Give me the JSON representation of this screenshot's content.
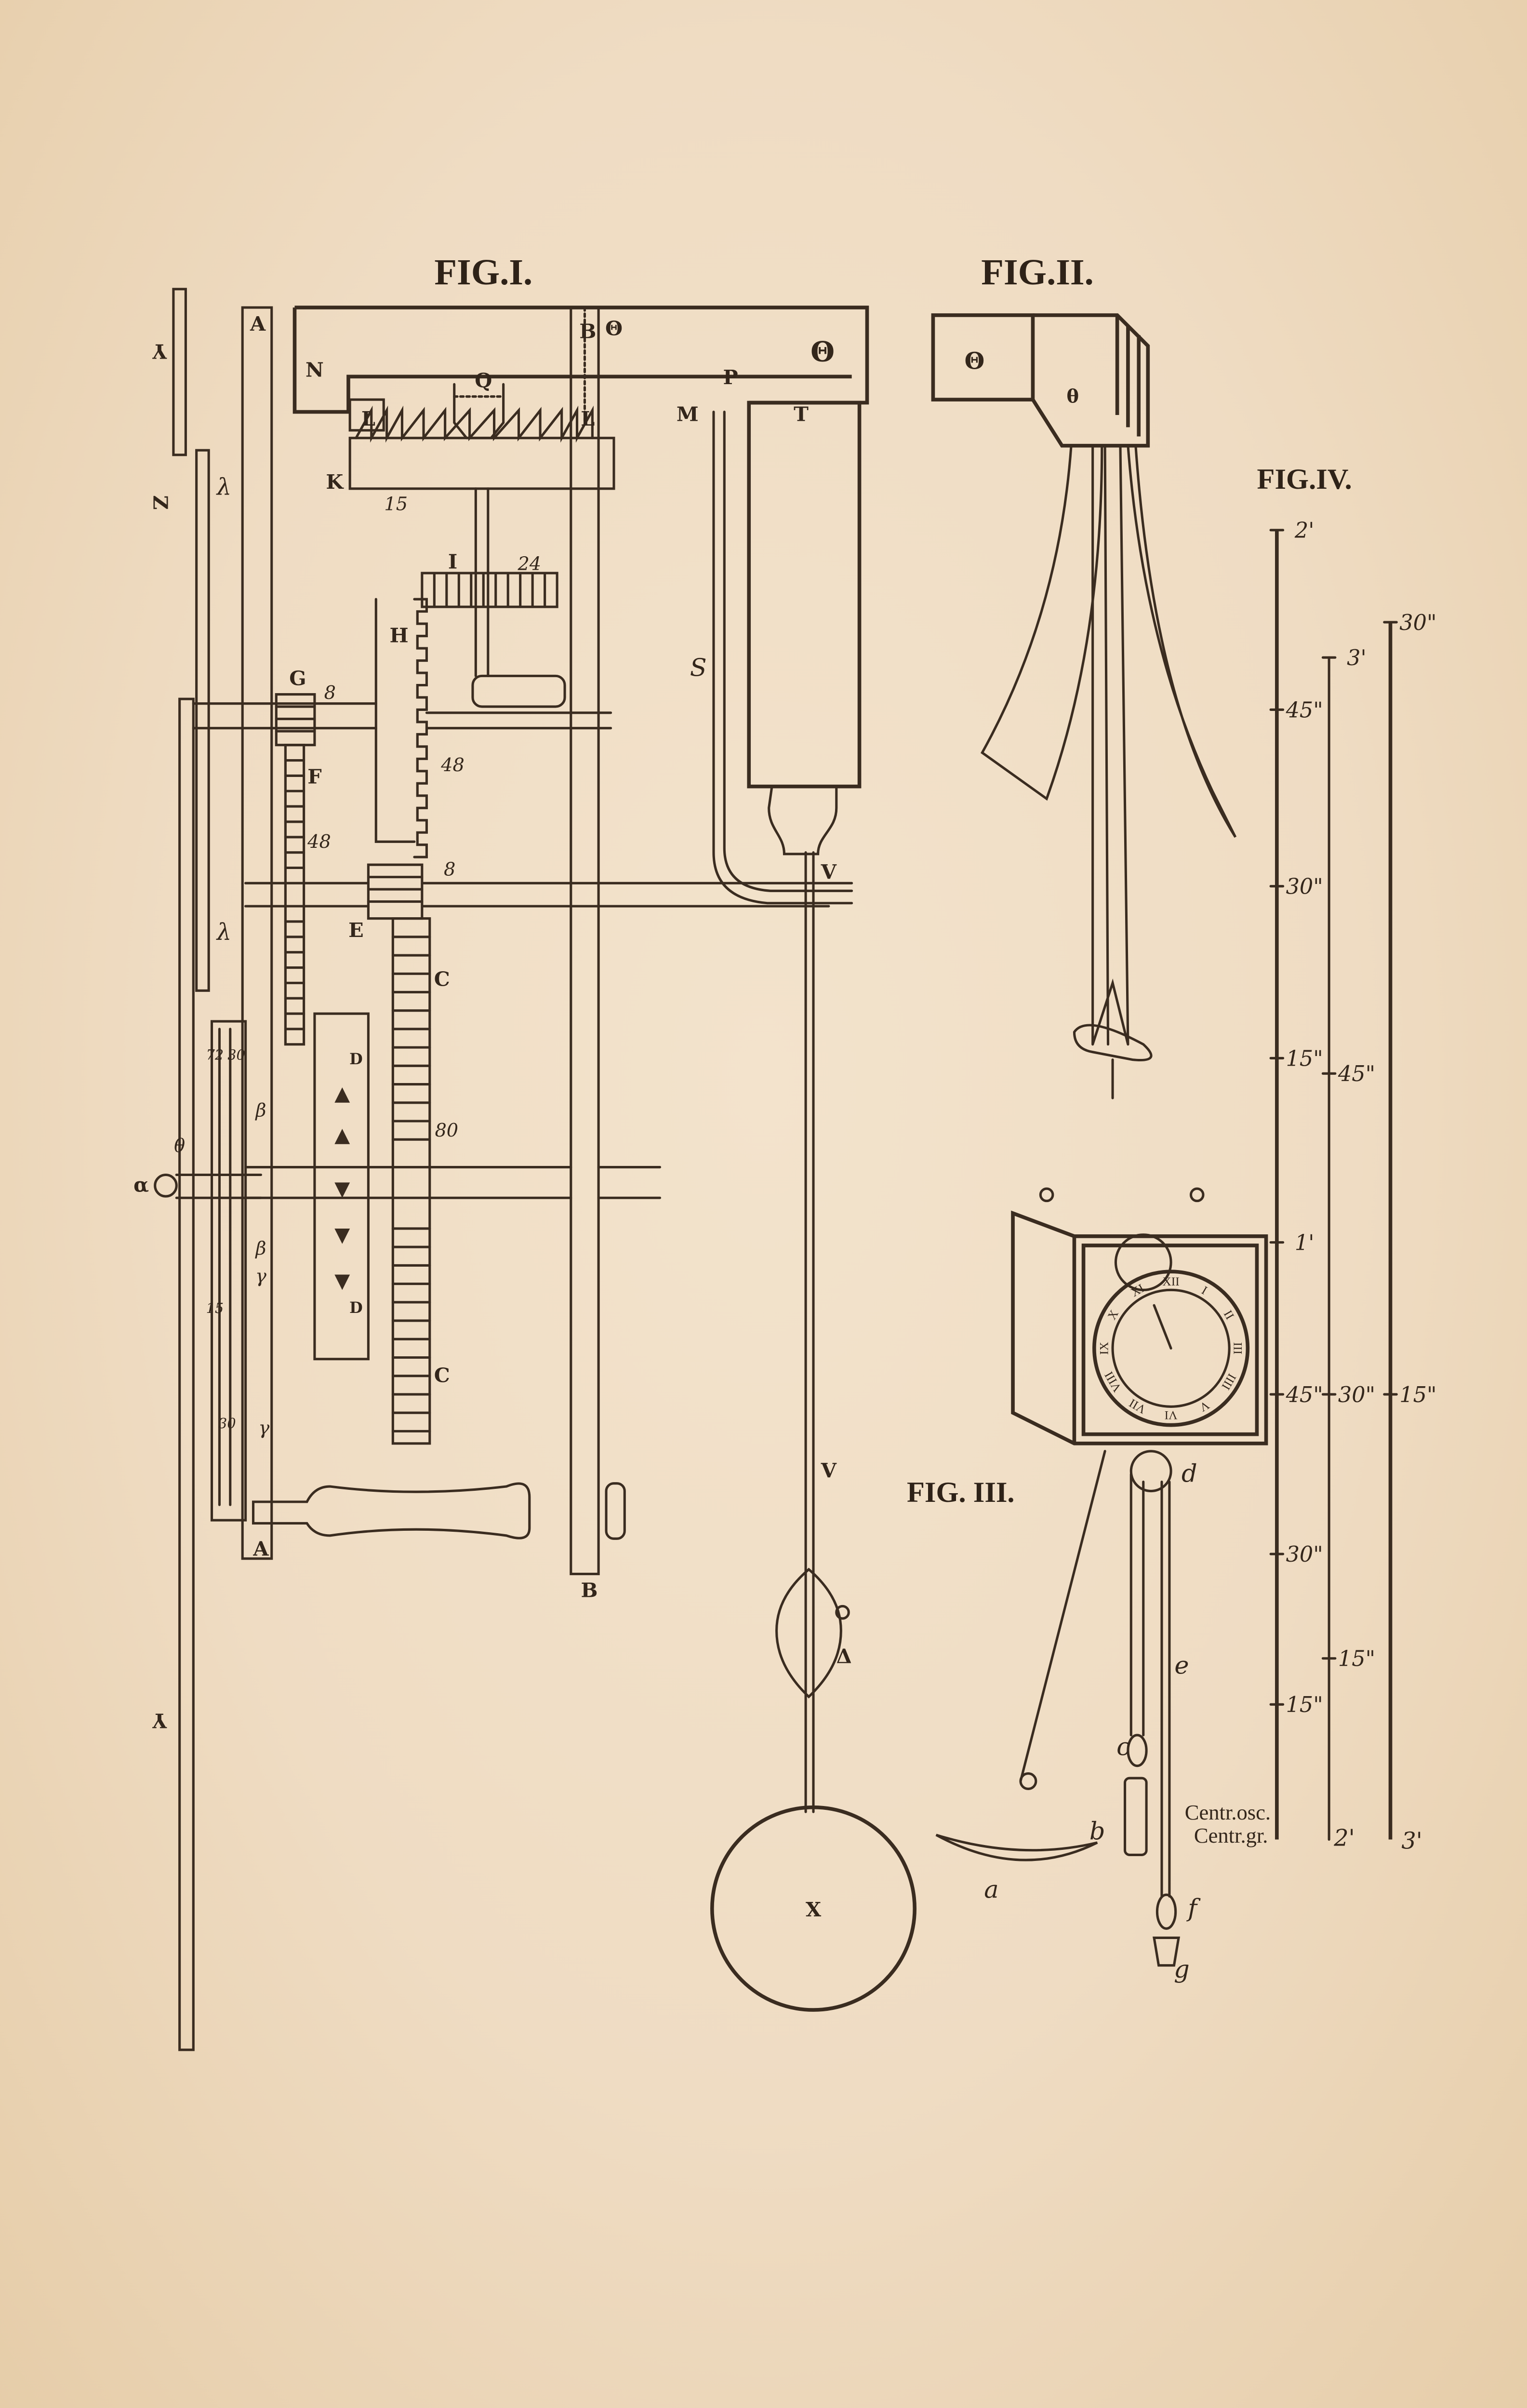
{
  "figures": {
    "fig1": {
      "title": "FIG.I.",
      "labels": {
        "A_top": "A",
        "A_bottom": "A",
        "B_top": "B",
        "B_bottom": "B",
        "N": "N",
        "Q": "Q",
        "L1": "L",
        "L2": "L",
        "M": "M",
        "P": "P",
        "T": "T",
        "K": "K",
        "I": "I",
        "H": "H",
        "G": "G",
        "F": "F",
        "E": "E",
        "C1": "C",
        "C2": "C",
        "D1": "D",
        "D2": "D",
        "S": "S",
        "V1": "V",
        "V2": "V",
        "X": "X",
        "delta": "Δ",
        "Y_top": "Y",
        "Y_bottom": "Y",
        "Z": "Z",
        "lambda1": "λ",
        "lambda2": "λ",
        "alpha": "α",
        "beta1": "β",
        "beta2": "β",
        "gamma1": "γ",
        "gamma2": "γ",
        "theta": "θ",
        "phi": "Θ"
      },
      "numbers": {
        "n15": "15",
        "n24": "24",
        "n8a": "8",
        "n48a": "48",
        "n48b": "48",
        "n8b": "8",
        "n80": "80",
        "n72": "72",
        "n30a": "30",
        "n15b": "15",
        "n30b": "30"
      }
    },
    "fig2": {
      "title": "FIG.II.",
      "labels": {
        "theta1": "Θ",
        "theta2": "θ"
      }
    },
    "fig3": {
      "title": "FIG. III.",
      "labels": {
        "a": "a",
        "b": "b",
        "c": "c",
        "d": "d",
        "e": "e",
        "f": "f",
        "g": "g"
      },
      "dial_numerals": [
        "XII",
        "I",
        "II",
        "III",
        "IIII",
        "V",
        "VI",
        "VII",
        "VIII",
        "IX",
        "X",
        "XI"
      ]
    },
    "fig4": {
      "title": "FIG.IV.",
      "scale1": [
        "2'",
        "45\"",
        "30\"",
        "15\"",
        "1'",
        "45\"",
        "30\"",
        "15\""
      ],
      "scale2": [
        "3'",
        "45\"",
        "30\"",
        "15\""
      ],
      "scale3": [
        "30\"",
        "15\""
      ],
      "bottom": {
        "osc": "Centr.osc.",
        "grav": "Centr.gr.",
        "s2": "2'",
        "s3": "3'"
      }
    }
  }
}
